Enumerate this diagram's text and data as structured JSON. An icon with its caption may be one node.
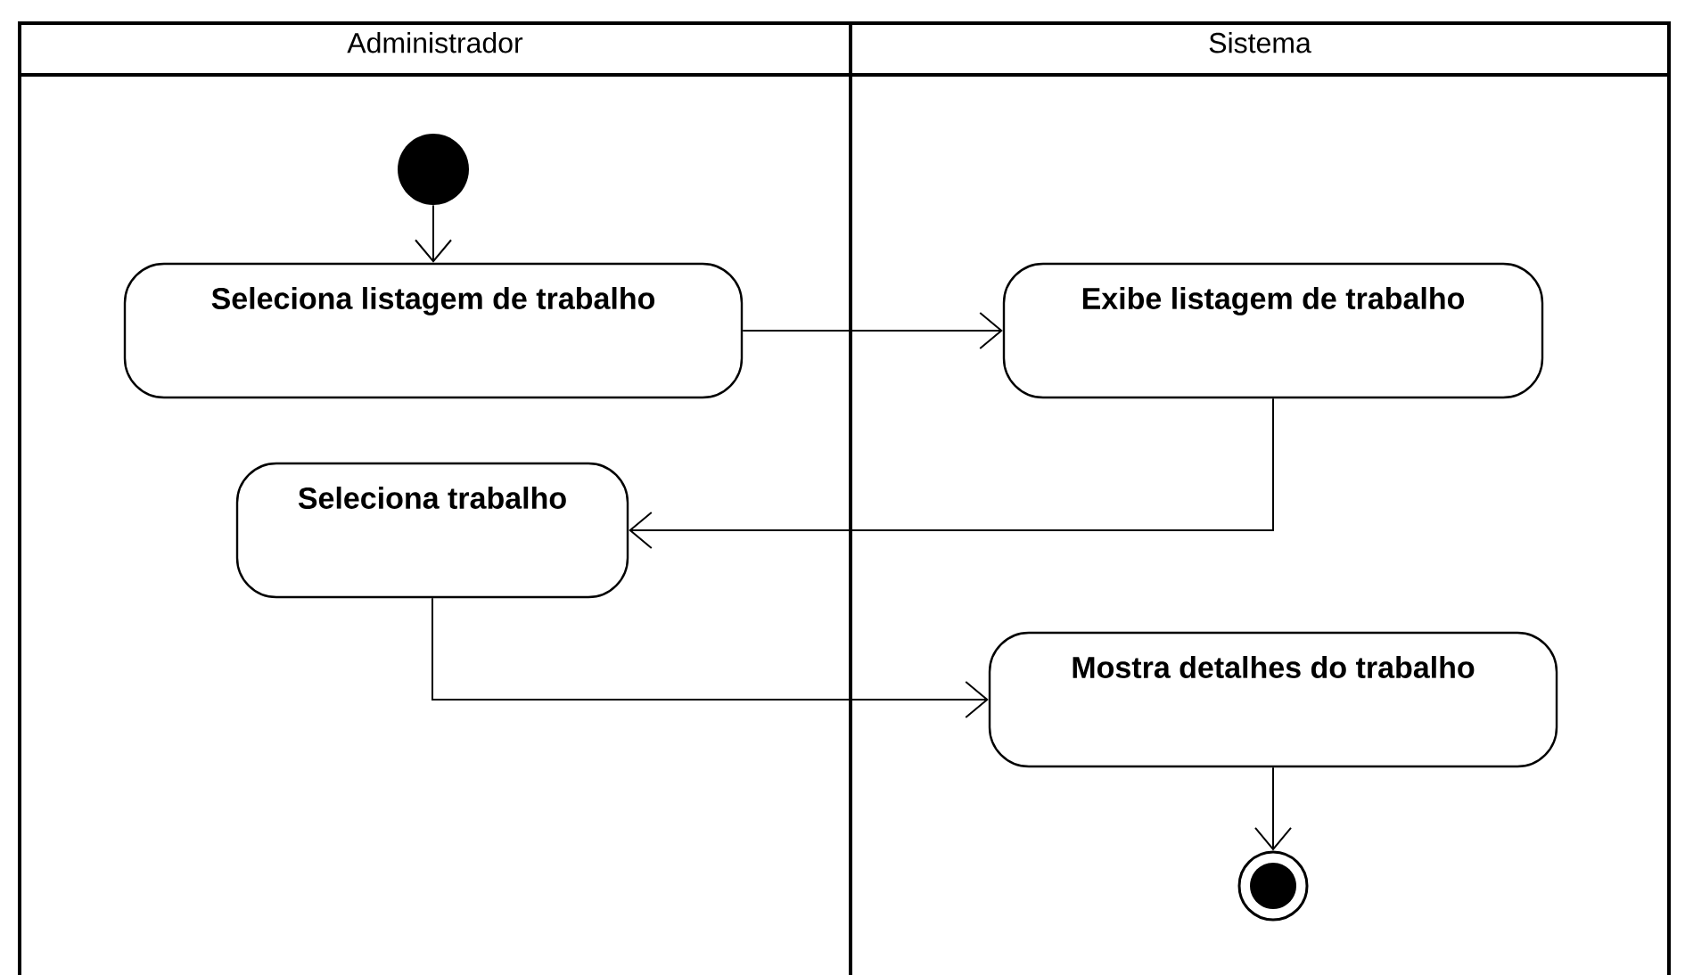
{
  "diagram": {
    "nodes": [
      {
        "text": [
          "Administrador"
        ]
      },
      {
        "text": [
          "Sistema"
        ]
      },
      {
        "text": [],
        "shape": "circle",
        "in": 0
      },
      {
        "text": [
          "Seleciona listagem de trabalho"
        ],
        "in": 0
      },
      {
        "text": [
          "Exibe listagem de trabalho"
        ],
        "in": 1
      },
      {
        "text": [
          "Seleciona trabalho"
        ],
        "in": 0
      },
      {
        "text": [
          "Mostra detalhes do trabalho"
        ],
        "in": 1
      },
      {
        "text": [],
        "shape": "bullseye",
        "in": 1
      }
    ],
    "edges": [
      {
        "from": 2,
        "to": 3,
        "arrow": "to"
      },
      {
        "from": 3,
        "to": 4,
        "arrow": "to"
      },
      {
        "from": 4,
        "to": 5,
        "arrow": "to"
      },
      {
        "from": 5,
        "to": 6,
        "arrow": "to"
      },
      {
        "from": 6,
        "to": 7,
        "arrow": "to"
      }
    ]
  }
}
